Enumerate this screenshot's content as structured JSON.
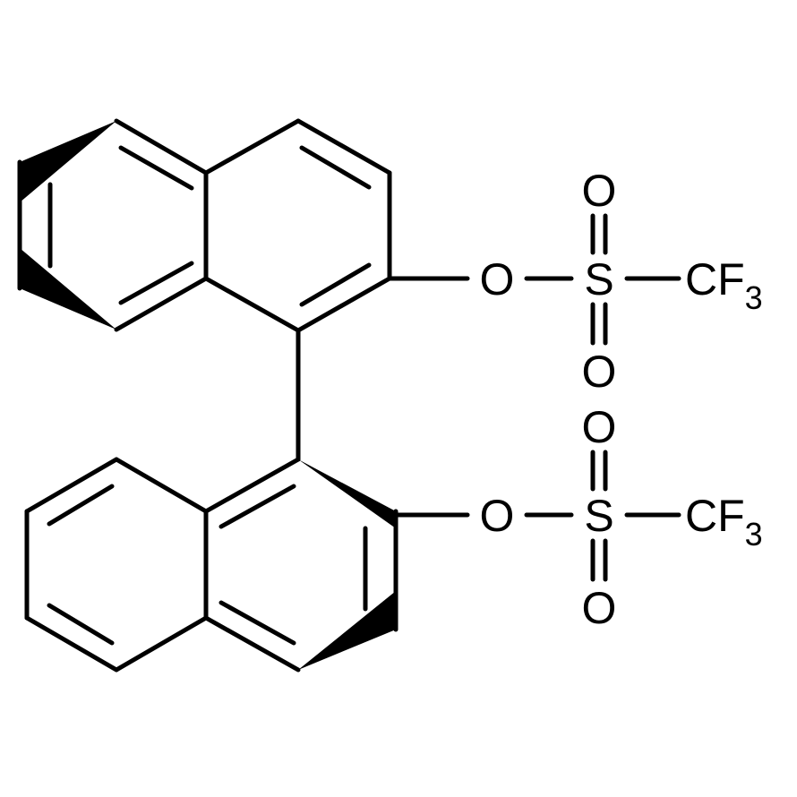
{
  "molecule": {
    "atoms": {
      "o_upper_ester": "O",
      "s_upper": "S",
      "o_upper_top": "O",
      "o_upper_bottom": "O",
      "cf_upper": "CF",
      "cf_upper_sub": "3",
      "o_lower_ester": "O",
      "s_lower": "S",
      "o_lower_top": "O",
      "o_lower_bottom": "O",
      "cf_lower": "CF",
      "cf_lower_sub": "3"
    }
  }
}
